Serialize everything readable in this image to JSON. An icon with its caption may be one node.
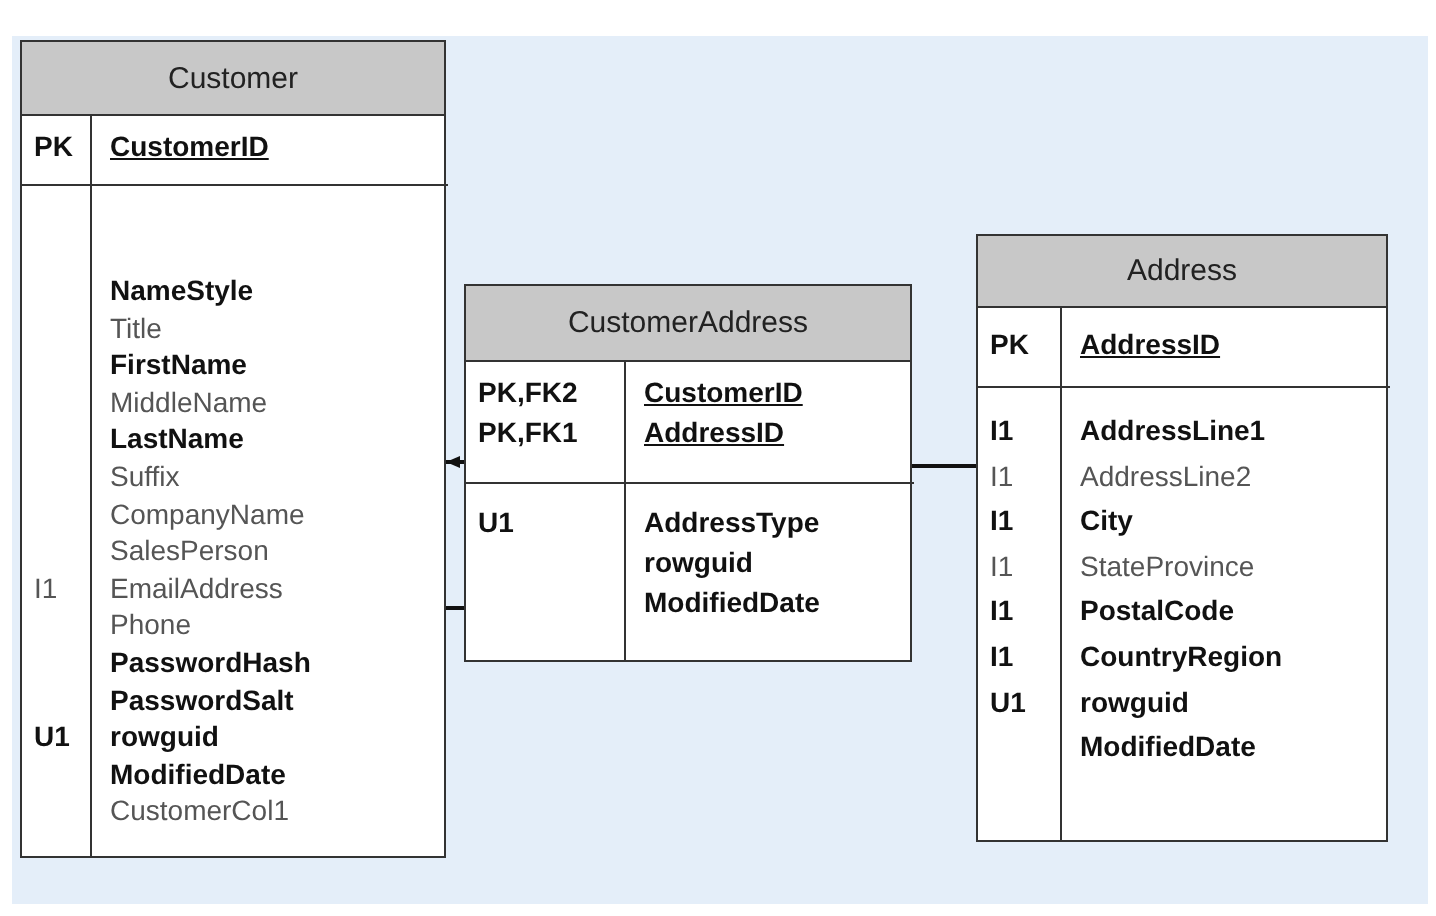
{
  "diagram": {
    "nodes": [
      {
        "text": [
          "Customer"
        ]
      },
      {
        "text": [
          "PK"
        ],
        "in": 0
      },
      {
        "text": [
          "CustomerID"
        ],
        "in": 0
      },
      {
        "text": [
          "I1",
          "U1"
        ],
        "in": 0
      },
      {
        "text": [
          "NameStyle",
          "Title",
          "FirstName",
          "MiddleName",
          "LastName",
          "Suffix",
          "CompanyName",
          "SalesPerson",
          "EmailAddress",
          "Phone",
          "PasswordHash",
          "PasswordSalt",
          "rowguid",
          "ModifiedDate",
          "CustomerCol1"
        ],
        "in": 0
      },
      {
        "text": [
          "CustomerAddress"
        ]
      },
      {
        "text": [
          "PK,FK2",
          "PK,FK1"
        ],
        "in": 5
      },
      {
        "text": [
          "CustomerID",
          "AddressID"
        ],
        "in": 5
      },
      {
        "text": [
          "U1"
        ],
        "in": 5
      },
      {
        "text": [
          "AddressType",
          "rowguid",
          "ModifiedDate"
        ],
        "in": 5
      },
      {
        "text": [
          "Address"
        ]
      },
      {
        "text": [
          "PK"
        ],
        "in": 10
      },
      {
        "text": [
          "AddressID"
        ],
        "in": 10
      },
      {
        "text": [
          "I1",
          "I1",
          "I1",
          "I1",
          "I1",
          "I1",
          "U1"
        ],
        "in": 10
      },
      {
        "text": [
          "AddressLine1",
          "AddressLine2",
          "City",
          "StateProvince",
          "PostalCode",
          "CountryRegion",
          "rowguid",
          "ModifiedDate"
        ],
        "in": 10
      }
    ],
    "edges": [
      {
        "from": 5,
        "to": 0,
        "arrow": "to"
      },
      {
        "from": 5,
        "to": 0,
        "arrow": "none"
      },
      {
        "from": 5,
        "to": 10,
        "arrow": "none"
      }
    ]
  }
}
